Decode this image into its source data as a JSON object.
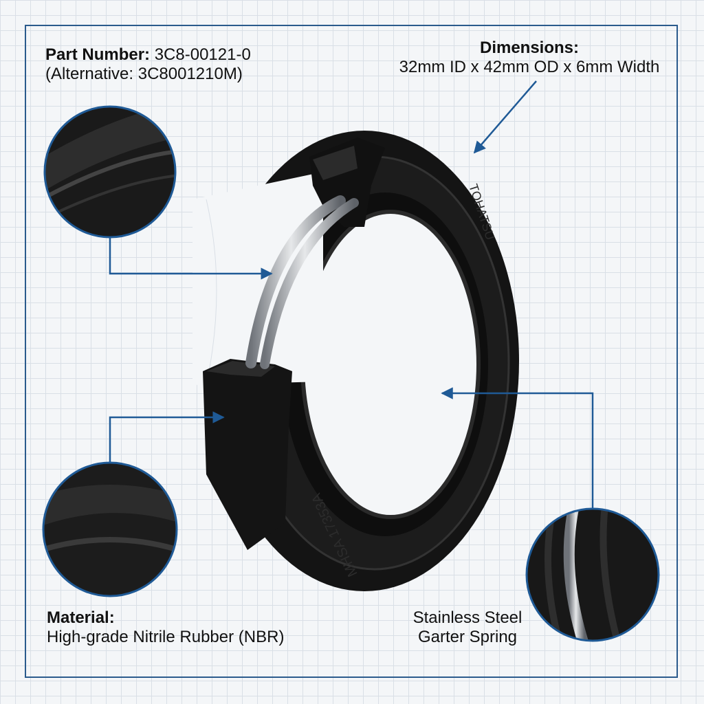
{
  "part_number": {
    "label": "Part Number:",
    "value": "3C8-00121-0",
    "alternative": "(Alternative: 3C8001210M)"
  },
  "dimensions": {
    "label": "Dimensions:",
    "value": "32mm ID x 42mm OD x 6mm Width"
  },
  "material": {
    "label": "Material:",
    "value": "High-grade Nitrile Rubber (NBR)"
  },
  "spring": {
    "line1": "Stainless Steel",
    "line2": "Garter Spring"
  },
  "seal_markings": {
    "brand": "TOHATSU",
    "code": "MHSA 17353A"
  },
  "colors": {
    "accent": "#1f5a96",
    "rubber": "#141414",
    "spring": "#b8bcc2",
    "grid": "#d9dfe6"
  }
}
